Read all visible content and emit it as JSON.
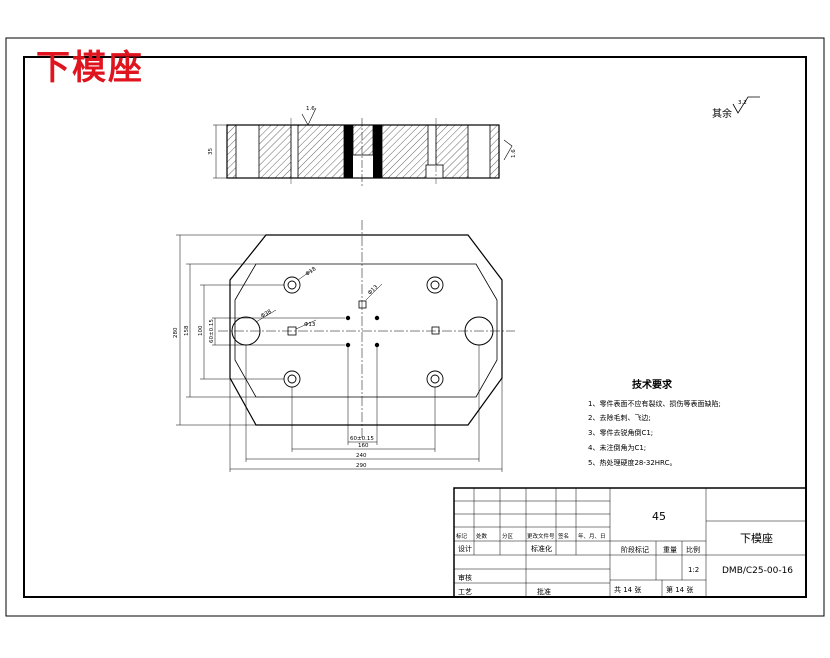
{
  "drawing_title": "下模座",
  "roughness": {
    "label": "其余",
    "value": "3.2"
  },
  "side_view": {
    "height_dim": "35",
    "finish_left": "1.6",
    "finish_right": "1.6"
  },
  "plan_view": {
    "hole_labels": [
      "Φ18",
      "Φ13",
      "Φ38",
      "Φ13"
    ],
    "dims": {
      "d280": "280",
      "d158": "158",
      "d100": "100",
      "d60": "60±0.15",
      "d60b": "60±0.15",
      "d160": "160",
      "d240": "240",
      "d290": "290"
    }
  },
  "tech_notes": {
    "title": "技术要求",
    "items": [
      "1、零件表面不应有裂纹、损伤等表面缺陷;",
      "2、去除毛刺、飞边;",
      "3、零件去锐角倒C1;",
      "4、未注倒角为C1;",
      "5、热处理硬度28-32HRC。"
    ]
  },
  "title_block": {
    "material": "45",
    "part_name": "下模座",
    "drawing_no": "DMB/C25-00-16",
    "headers": [
      "标记",
      "处数",
      "分区",
      "更改文件号",
      "签名",
      "年、月、日"
    ],
    "design": "设计",
    "std": "标准化",
    "check": "审核",
    "process": "工艺",
    "approve": "批准",
    "stage_mark": "阶段标记",
    "weight": "重量",
    "scale_label": "比例",
    "scale": "1:2",
    "sheets": "共 14 张",
    "sheet": "第 14 张"
  }
}
